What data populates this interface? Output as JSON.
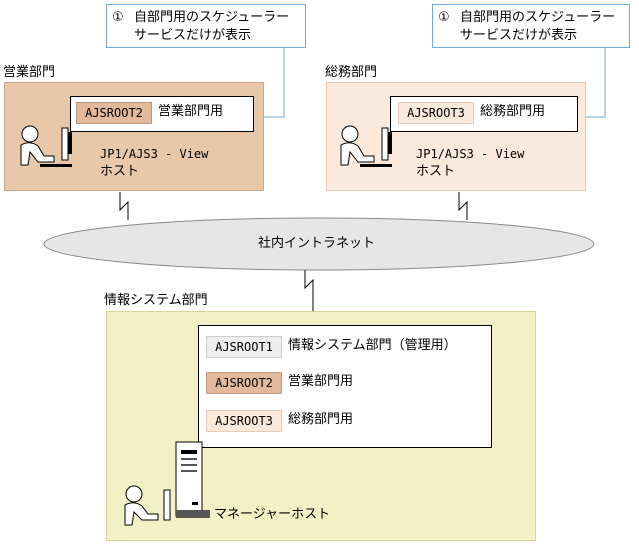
{
  "sales": {
    "title": "営業部門",
    "callout_num": "①",
    "callout_line1": "自部門用のスケジューラー",
    "callout_line2": "サービスだけが表示",
    "root_tag": "AJSROOT2",
    "root_label": "営業部門用",
    "host_line1": "JP1/AJS3 - View",
    "host_line2": "ホスト"
  },
  "general": {
    "title": "総務部門",
    "callout_num": "①",
    "callout_line1": "自部門用のスケジューラー",
    "callout_line2": "サービスだけが表示",
    "root_tag": "AJSROOT3",
    "root_label": "総務部門用",
    "host_line1": "JP1/AJS3 - View",
    "host_line2": "ホスト"
  },
  "intranet": {
    "label": "社内イントラネット"
  },
  "info": {
    "title": "情報システム部門",
    "roots": [
      {
        "tag": "AJSROOT1",
        "label": "情報システム部門（管理用）"
      },
      {
        "tag": "AJSROOT2",
        "label": "営業部門用"
      },
      {
        "tag": "AJSROOT3",
        "label": "総務部門用"
      }
    ],
    "manager_label": "マネージャーホスト"
  },
  "colors": {
    "sales_fill": "#e8c8a8",
    "general_fill": "#fbe9dc",
    "info_fill": "#f2f0c4",
    "callout_border": "#6fa8dc",
    "tag_sales": "#e2b99a",
    "tag_general": "#fbe9dc",
    "tag_admin": "#eeeeee"
  }
}
